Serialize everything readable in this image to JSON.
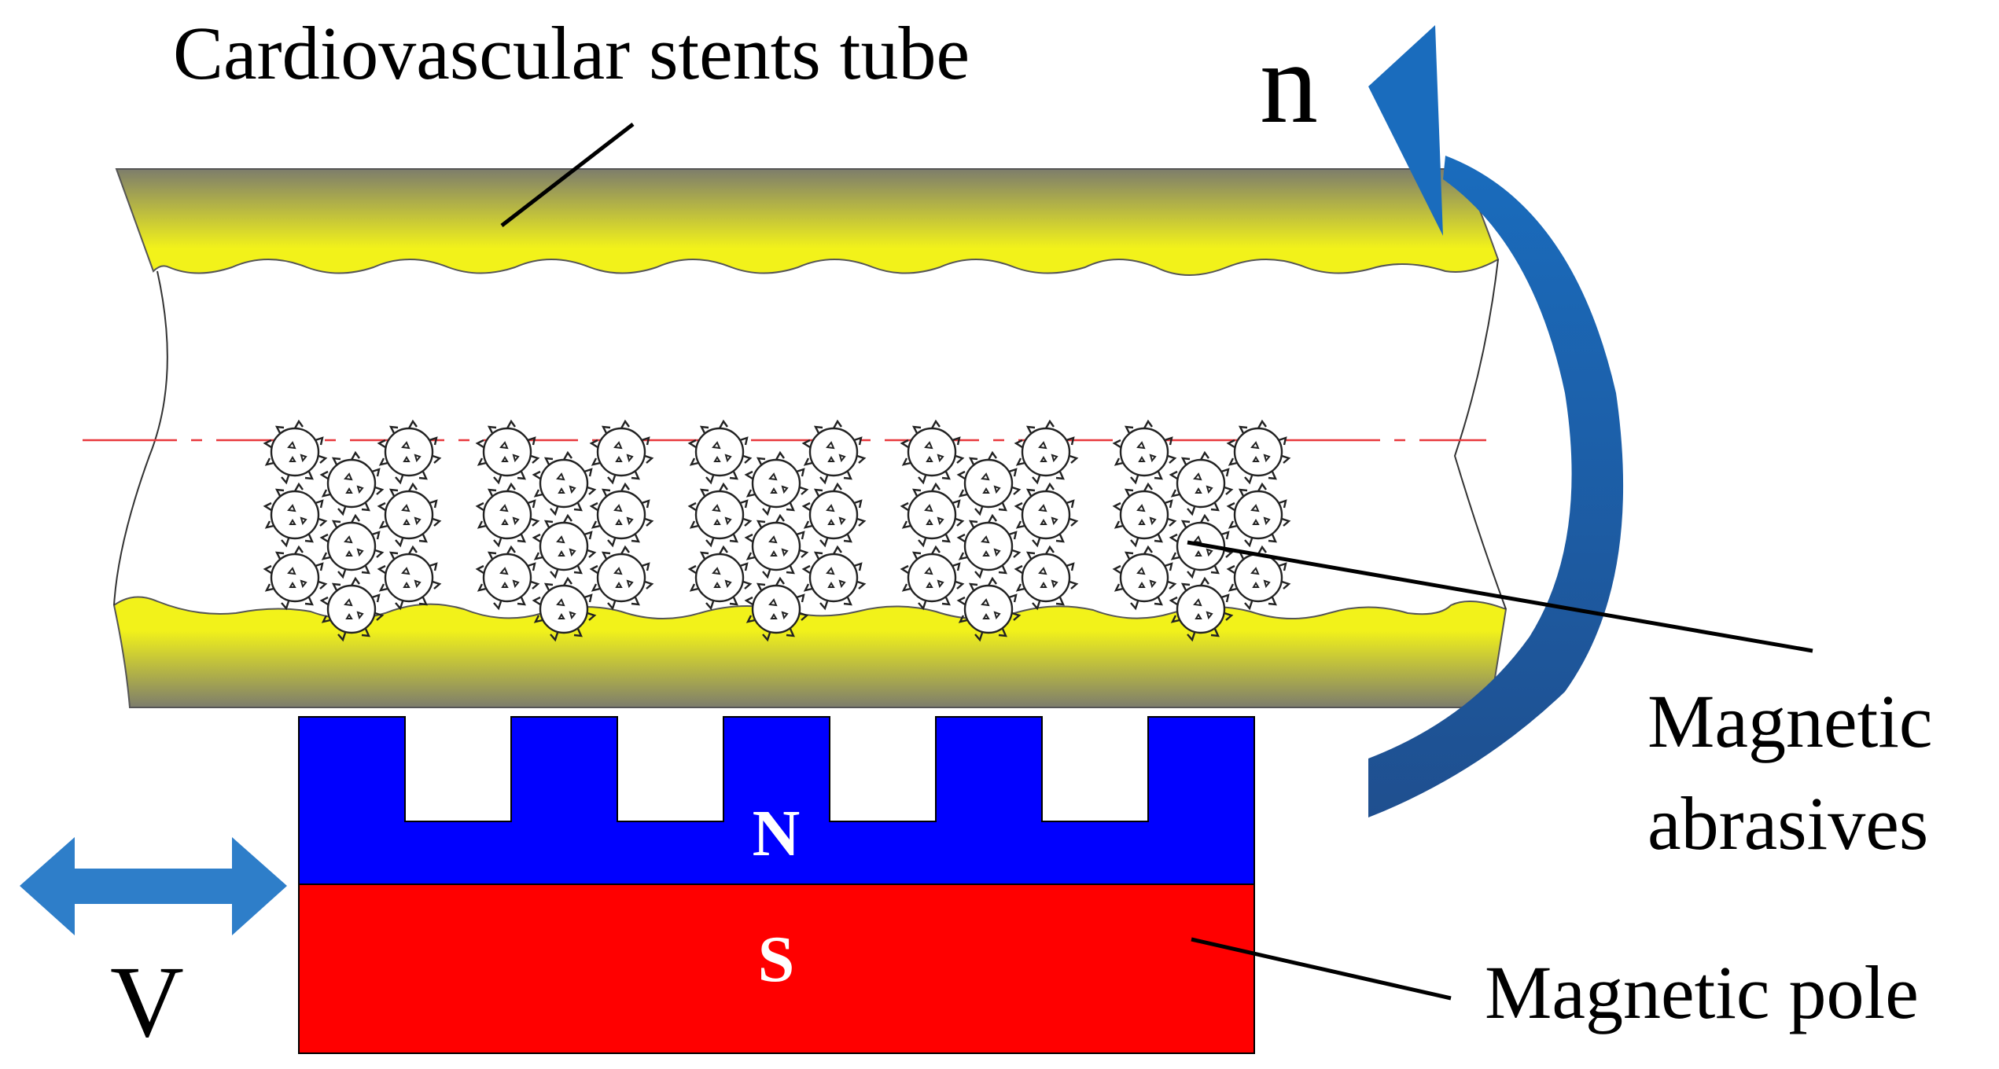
{
  "labels": {
    "tube": "Cardiovascular stents tube",
    "rotation": "n",
    "abrasives_line1": "Magnetic",
    "abrasives_line2": "abrasives",
    "pole": "Magnetic pole",
    "velocity": "V",
    "north": "N",
    "south": "S"
  },
  "colors": {
    "tube_wall_light": "#f2f21a",
    "tube_wall_dark": "#7d7d6c",
    "axis_line": "#e8383d",
    "rotation_arrow": "#1a6cbd",
    "rotation_arrow_dark": "#1f4f8f",
    "velocity_arrow": "#2e7ec9",
    "north_pole": "#0000ff",
    "south_pole": "#ff0000",
    "pole_text": "#ffffff",
    "leader_line": "#000000"
  },
  "abrasive_groups": 5,
  "magnet_teeth": 5
}
